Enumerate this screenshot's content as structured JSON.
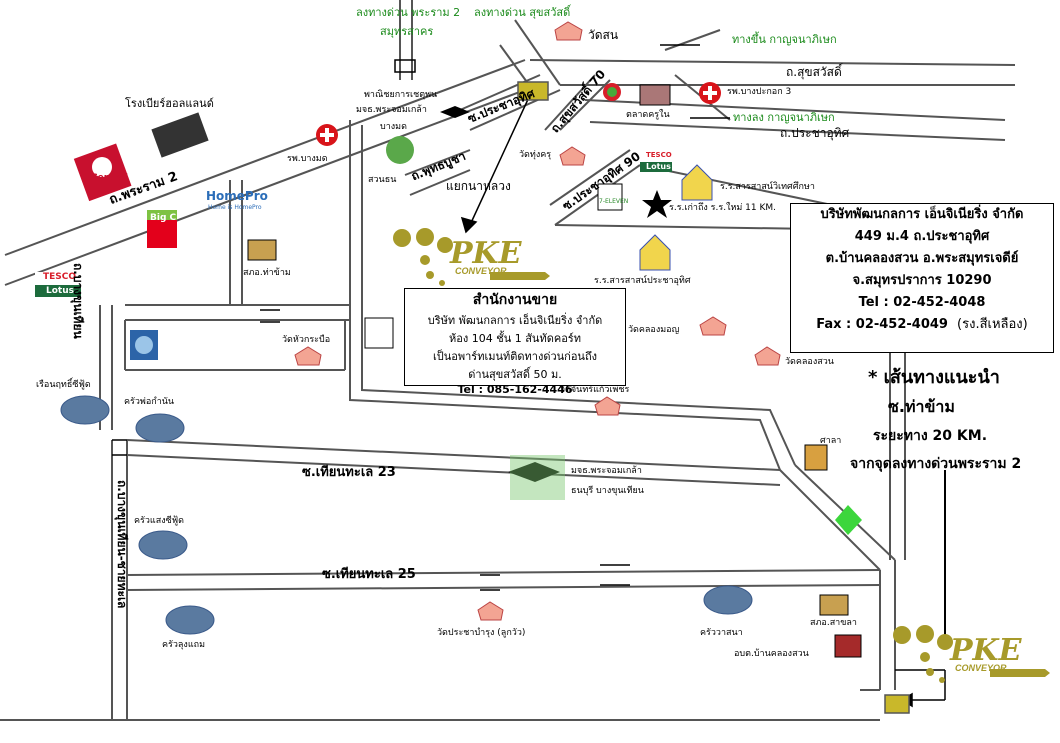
{
  "routes": {
    "expressway_rama2_1": "ลงทางด่วน พระราม 2",
    "expressway_rama2_2": "สมุทรสาคร",
    "expressway_suksawat": "ลงทางด่วน สุขสวัสดิ์",
    "kanchana_up": "ทางขึ้น กาญจนาภิเษก",
    "kanchana_down": "ทางลง กาญจนาภิเษก"
  },
  "roads": {
    "suksawat": "ถ.สุขสวัสดิ์",
    "pracha_uthit": "ถ.ประชาอุทิศ",
    "rama2": "ถ.พระราม 2",
    "pracha_uthit_9": "ซ.ประชาอุทิศ",
    "suksawat_70": "ถ.สุขสวัสดิ์ 70",
    "phutthabucha": "ถ.พุทธบูชา",
    "pracha_uthit_90": "ซ.ประชาอุทิศ 90",
    "thian_thale_23": "ซ.เทียนทะเล 23",
    "thian_thale_25": "ซ.เทียนทะเล 25",
    "bang_khun_thian_vert_1": "ถ.บางขุนเทียน",
    "bang_khun_thian_vert_2": "ถ.บางขุนเทียน-ชายทะเล",
    "yaek_na_luang": "แยกนาหลวง"
  },
  "places": {
    "wat_son": "วัดสน",
    "talat_khru_nai": "ตลาดครูใน",
    "hosp_bangpakok3": "รพ.บางปะกอก 3",
    "hosp_bangmot": "รพ.บางมด",
    "central_1": "โรงเบียร์ฮอลแลนด์",
    "central_brand": "Central",
    "homepro_brand": "HomePro",
    "homepro_tag": "Home is HomePro",
    "bigc_brand": "Big C",
    "tesco_brand": "TESCO",
    "lotus_brand": "Lotus",
    "police_thakham": "สภอ.ท่าข้าม",
    "panichyakarn": "พาณิชยการเชตุพน",
    "kmutt_1": "มจธ.พระจอมเกล้า",
    "kmutt_2": "บางมด",
    "suan_thon": "สวนธน",
    "wat_thung_khru": "วัดทุ่งครุ",
    "school_saraswat": "ร.ร.สารสาสน์วิเทศศึกษา",
    "school_kaothueng": "ร.ร.เก่าถึง ร.ร.ใหม่ 11 KM.",
    "school_saraswat_pracha": "ร.ร.สารสาสน์ประชาอุทิศ",
    "wat_khlong_mon": "วัดคลองมอญ",
    "wat_khlong_suan": "วัดคลองสวน",
    "wat_hua_krabue": "วัดหัวกระบือ",
    "wat_chan_kaew": "วัดจันทร์แก้วเพชร",
    "rueang_sea": "เรือนฤทธิ์ซีฟู้ด",
    "krua_phokamnan": "ครัวพ่อกำนัน",
    "krua_saeng": "ครัวแสงซีฟู้ด",
    "krua_lungthaem": "ครัวลุงแถม",
    "kmutt_thon_1": "มจธ.พระจอมเกล้า",
    "kmutt_thon_2": "ธนบุรี บางขุนเทียน",
    "sala": "ศาลา",
    "wat_pracha_bamrung": "วัดประชาบำรุง (ลูกวัว)",
    "krua_wasana": "ครัววาสนา",
    "police_sakhla": "สภอ.สาขลา",
    "obt_khlong_suan": "อบต.บ้านคลองสวน",
    "seven_eleven": "7-ELEVEN"
  },
  "sales_office": {
    "title": "สำนักงานขาย",
    "line1": "บริษัท พัฒนกลการ เอ็นจิเนียริ่ง จำกัด",
    "line2": "ห้อง 104 ชั้น 1 สันทัดคอร์ท",
    "line3": "เป็นอพาร์ทเมนท์ติดทางด่วนก่อนถึง",
    "line4": "ด่านสุขสวัสดิ์ 50 ม.",
    "tel": "Tel : 085-162-4446"
  },
  "company": {
    "name": "บริษัทพัฒนกลการ เอ็นจิเนียริ่ง จำกัด",
    "addr1": "449 ม.4 ถ.ประชาอุทิศ",
    "addr2": "ต.บ้านคลองสวน อ.พระสมุทรเจดีย์",
    "addr3": "จ.สมุทรปราการ   10290",
    "tel": "Tel : 02-452-4048",
    "fax": "Fax : 02-452-4049",
    "fax_note": "(รง.สีเหลือง)"
  },
  "guide": {
    "title": "* เส้นทางแนะนำ",
    "line1": "ซ.ท่าข้าม",
    "line2": "ระยะทาง 20 KM.",
    "line3": "จากจุดลงทางด่วนพระราม 2"
  },
  "logo": {
    "text": "PKE",
    "sub": "CONVEYOR"
  },
  "colors": {
    "road": "#555555",
    "green_label": "#1a8a1a",
    "destination": "#c9b82a",
    "logo": "#a79a2a"
  }
}
